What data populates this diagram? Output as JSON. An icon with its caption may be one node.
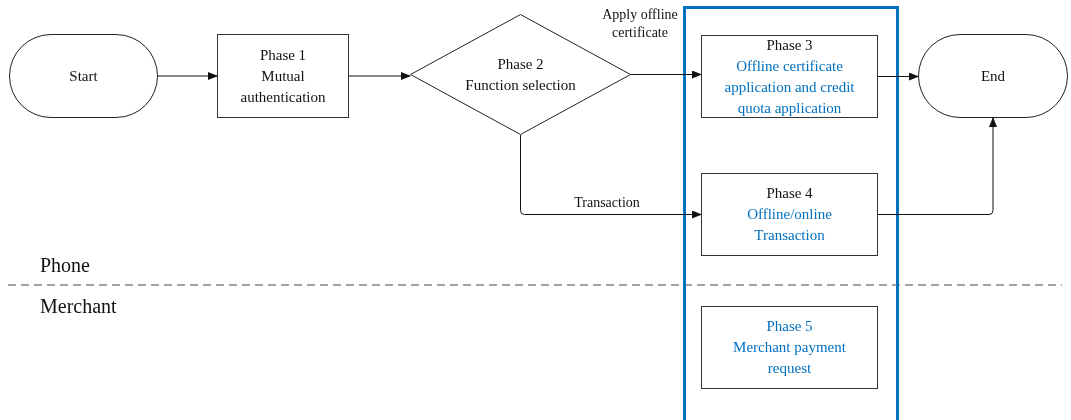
{
  "diagram": {
    "nodes": [
      {
        "text": [
          "Start"
        ]
      },
      {
        "text": [
          "Phase 1",
          "Mutual authentication"
        ]
      },
      {
        "text": [
          "Phase 2",
          "Function selection"
        ]
      },
      {
        "text": [],
        "shape": "box"
      },
      {
        "text": [
          "Phase 3",
          "Offline certificate application and credit quota application"
        ],
        "in": 3
      },
      {
        "text": [
          "Phase 4",
          "Offline/online Transaction"
        ],
        "in": 3
      },
      {
        "text": [
          "Phase 5",
          "Merchant payment request"
        ],
        "in": 3
      },
      {
        "text": [
          "End"
        ]
      }
    ],
    "edges": [
      {
        "from": 0,
        "to": 1,
        "arrow": "to"
      },
      {
        "from": 1,
        "to": 2,
        "arrow": "to"
      },
      {
        "from": 2,
        "to": 4,
        "arrow": "to",
        "label": "Apply offline certificate"
      },
      {
        "from": 2,
        "to": 5,
        "arrow": "to",
        "label": "Transaction"
      },
      {
        "from": 4,
        "to": 7,
        "arrow": "to"
      },
      {
        "from": 5,
        "to": 7,
        "arrow": "to"
      }
    ],
    "labels": [
      "Phone",
      "Merchant"
    ]
  }
}
